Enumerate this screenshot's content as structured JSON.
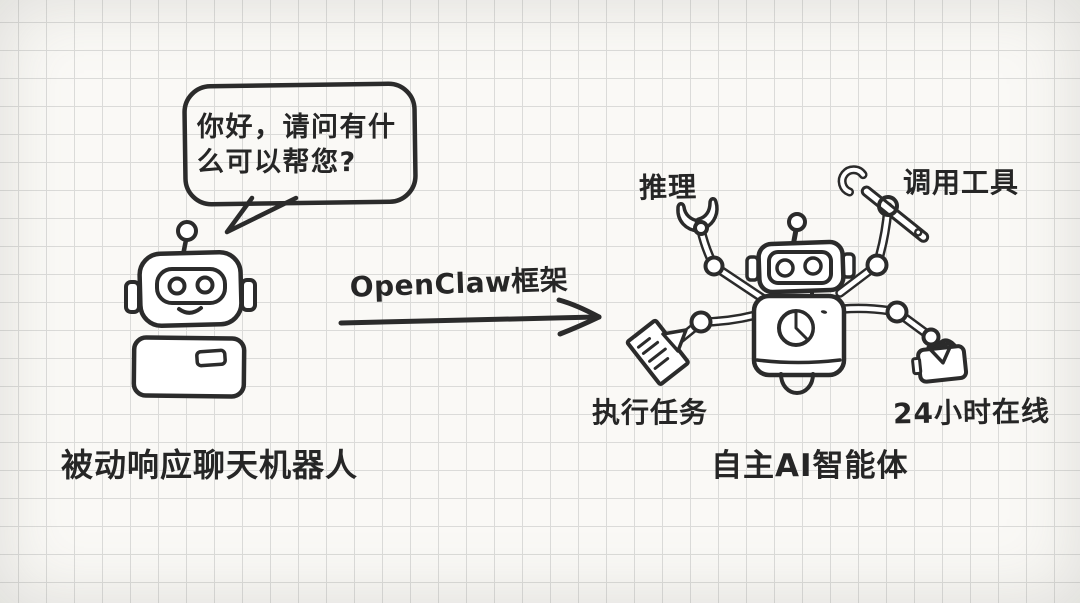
{
  "palette": {
    "ink": "#2b2b2b",
    "background": "#faf9f6",
    "grid_line": "#dbdbd9"
  },
  "left": {
    "speech_bubble": {
      "line1": "你好，请问有什",
      "line2": "么可以帮您?"
    },
    "caption": "被动响应聊天机器人"
  },
  "center": {
    "framework_label": "OpenClaw框架"
  },
  "right": {
    "labels": {
      "top_left": "推理",
      "top_right": "调用工具",
      "bottom_left": "执行任务",
      "bottom_right": "24小时在线"
    },
    "caption": "自主AI智能体"
  },
  "icons": [
    "speech-bubble",
    "chatbot-robot-icon",
    "arrow-right-icon",
    "agent-robot-icon",
    "claw-icon",
    "wrench-icon",
    "document-icon",
    "briefcase-icon"
  ]
}
